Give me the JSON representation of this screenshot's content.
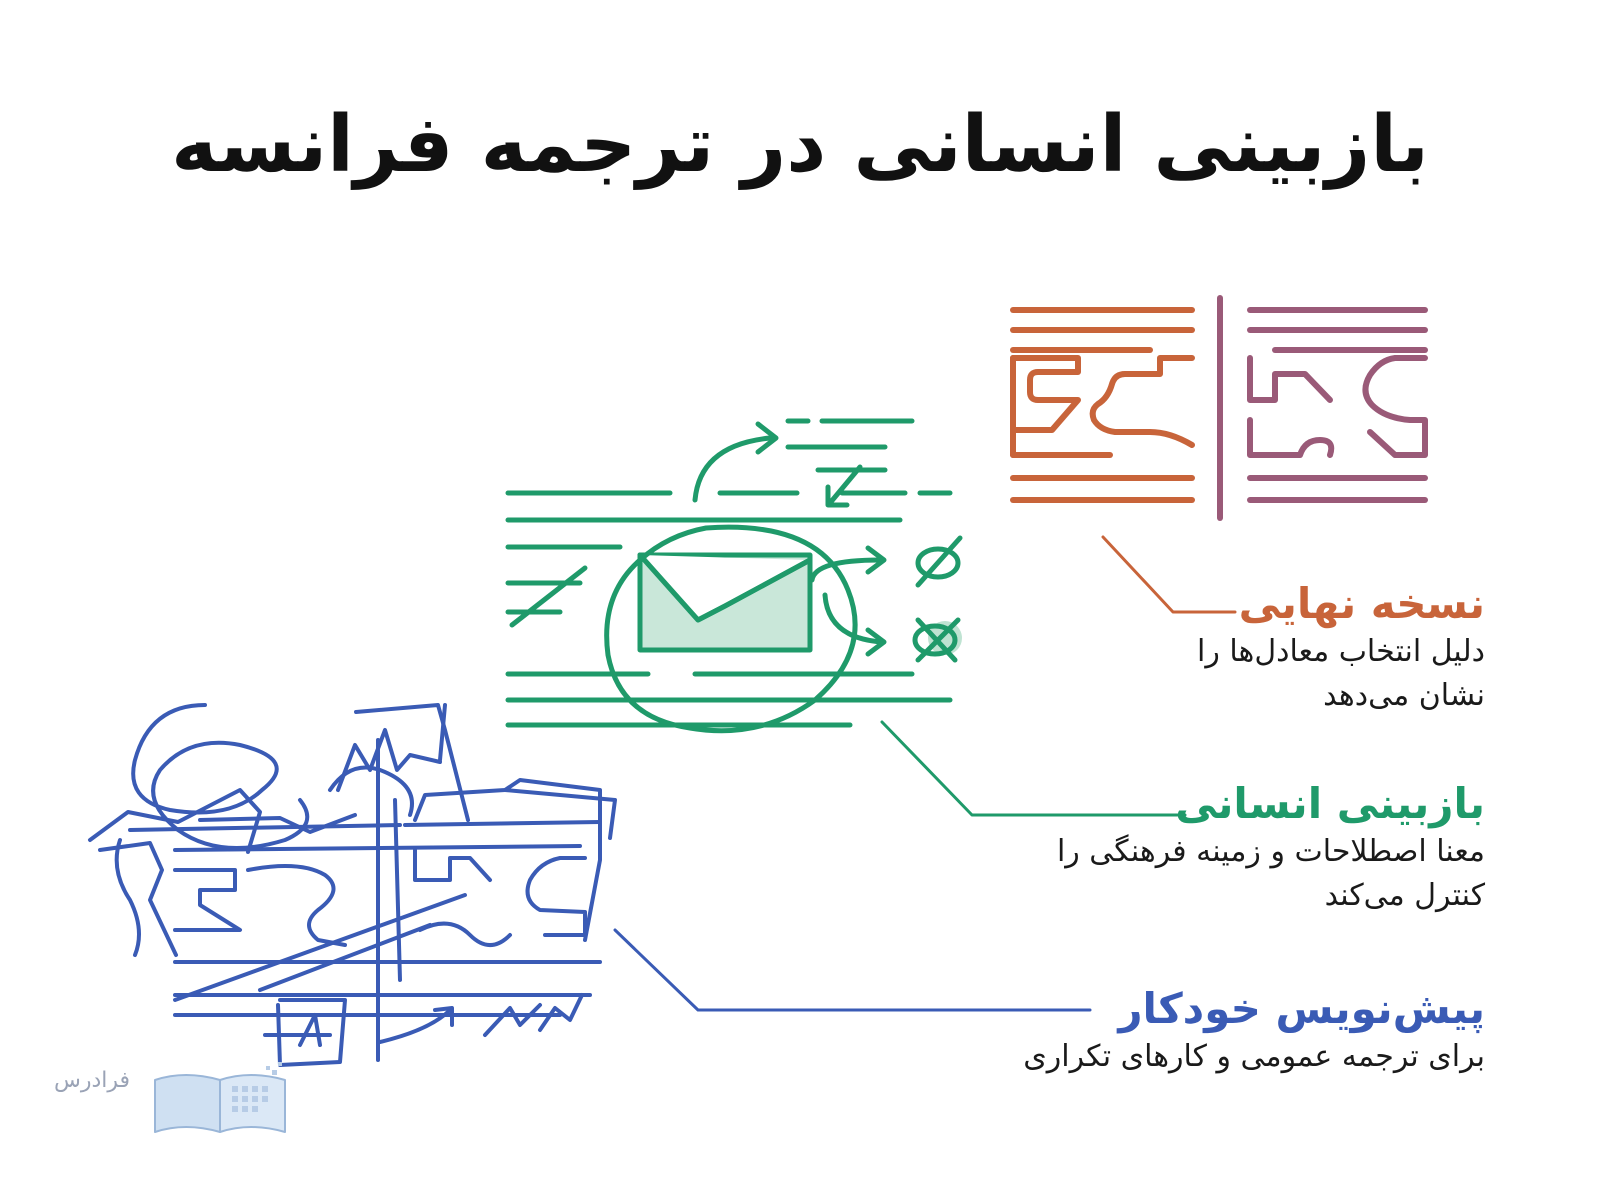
{
  "title": "بازبینی انسانی در ترجمه فرانسه",
  "colors": {
    "final": "#c8643a",
    "final_secondary": "#9a5a78",
    "human": "#1f9a6a",
    "human_fill": "#bfe3d2",
    "auto": "#3a5bb5",
    "title": "#111111"
  },
  "stages": [
    {
      "id": "final",
      "heading": "نسخه نهایی",
      "description": "دلیل انتخاب معادل‌ها را\nنشان می‌دهد",
      "icon": "two-column-document-icon"
    },
    {
      "id": "human",
      "heading": "بازبینی انسانی",
      "description": "معنا اصطلاحات و زمینه فرهنگی را\nکنترل می‌کند",
      "icon": "envelope-review-icon"
    },
    {
      "id": "auto",
      "heading": "پیش‌نویس خودکار",
      "description": "برای ترجمه عمومی و کارهای تکراری",
      "icon": "scribbled-draft-icon"
    }
  ],
  "logo": {
    "text": "فرادرس",
    "icon": "open-book-logo-icon"
  }
}
